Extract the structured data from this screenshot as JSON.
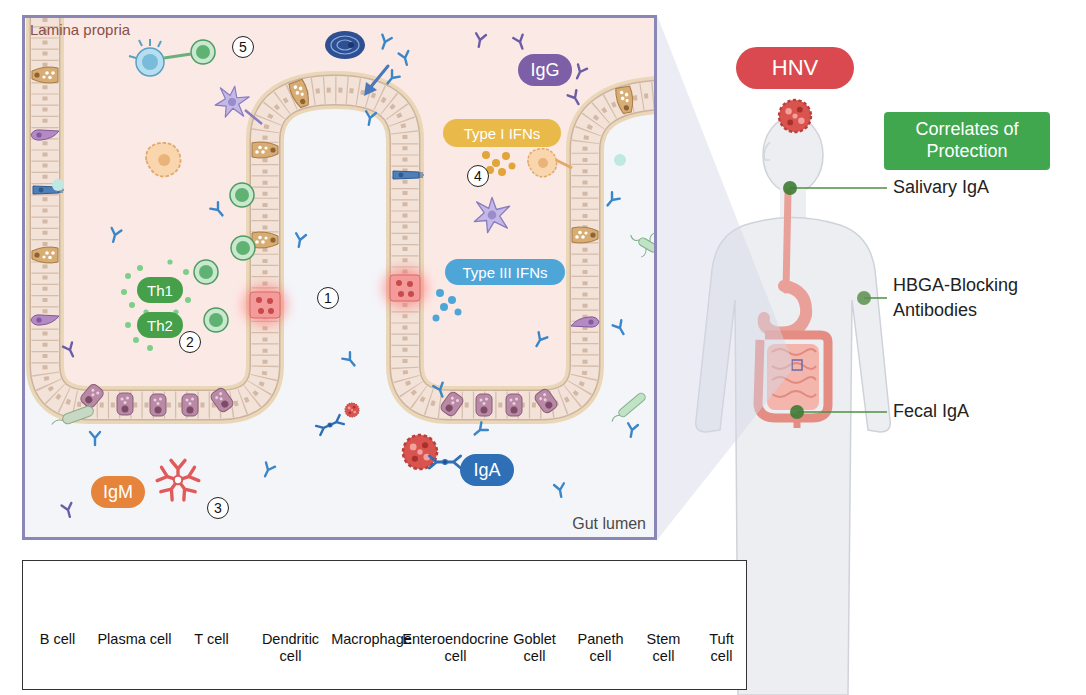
{
  "diagram": {
    "nodes": [
      {
        "text": [
          "Lamina propria",
          "Gut lumen"
        ]
      },
      {
        "text": [
          "5"
        ],
        "in": 0
      },
      {
        "text": [
          "IgG"
        ],
        "in": 0
      },
      {
        "text": [
          "Type I IFNs"
        ],
        "in": 0
      },
      {
        "text": [
          "4"
        ],
        "in": 0
      },
      {
        "text": [
          "Th1"
        ],
        "in": 0
      },
      {
        "text": [
          "1"
        ],
        "in": 0
      },
      {
        "text": [
          "Type III IFNs"
        ],
        "in": 0
      },
      {
        "text": [
          "Th2"
        ],
        "in": 0
      },
      {
        "text": [
          "2"
        ],
        "in": 0
      },
      {
        "text": [
          "IgM"
        ],
        "in": 0
      },
      {
        "text": [
          "3"
        ],
        "in": 0
      },
      {
        "text": [
          "IgA"
        ],
        "in": 0
      },
      {
        "text": [
          "HNV"
        ]
      },
      {
        "text": [
          "Correlates of Protection"
        ]
      }
    ],
    "labels": [
      "Salivary IgA",
      "HBGA-Blocking Antibodies",
      "Fecal IgA"
    ],
    "legend": [
      {
        "text": "B cell"
      },
      {
        "text": "Plasma cell"
      },
      {
        "text": "T cell"
      },
      {
        "text": "Dendritic cell"
      },
      {
        "text": "Macrophage"
      },
      {
        "text": "Enteroendocrine cell"
      },
      {
        "text": "Goblet cell"
      },
      {
        "text": "Paneth cell"
      },
      {
        "text": "Stem cell"
      },
      {
        "text": "Tuft cell"
      }
    ]
  }
}
